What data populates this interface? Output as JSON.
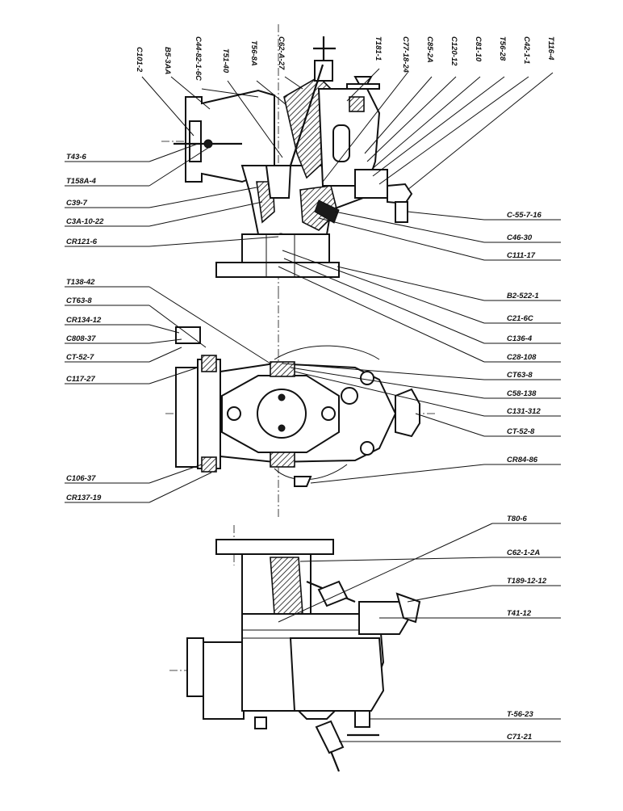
{
  "top_view_labels": {
    "c101_2": "C101-2",
    "b5_3aa": "B5-3AA",
    "c446_2": "C44-82-1-6C",
    "t51_40": "T51-40",
    "t56_8a": "T56-8A",
    "c62": "C62-A-27",
    "t1811": "T181-1",
    "c77": "C77-18-24",
    "c85": "C85-2A",
    "c120": "C120-12",
    "c81": "C81-10",
    "t56b": "T56-28",
    "c42": "C42-1-1",
    "t116": "T116-4",
    "t43": "T43-6",
    "t1584": "T158A-4",
    "c397": "C39-7",
    "c3a": "C3A-10-22",
    "cr121": "CR121-6",
    "c55": "C-55-7-16",
    "c46": "C46-30",
    "c111": "C111-17",
    "b2": "B2-522-1"
  },
  "middle_view_labels": {
    "t138": "T138-42",
    "ct63a": "CT63-8",
    "cr134": "CR134-12",
    "c808": "C808-37",
    "ct52": "CT-52-7",
    "c117": "C117-27",
    "c106": "C106-37",
    "cr137": "CR137-19",
    "c21": "C21-6C",
    "c136": "C136-4",
    "c28": "C28-108",
    "ct63b": "CT63-8",
    "c58": "C58-138",
    "c131": "C131-312",
    "ct52b": "CT-52-8",
    "cr84": "CR84-86"
  },
  "bottom_view_labels": {
    "t80": "T80-6",
    "c62b": "C62-1-2A",
    "t189": "T189-12-12",
    "t41": "T41-12",
    "t56c": "T-56-23",
    "c71": "C71-21"
  }
}
